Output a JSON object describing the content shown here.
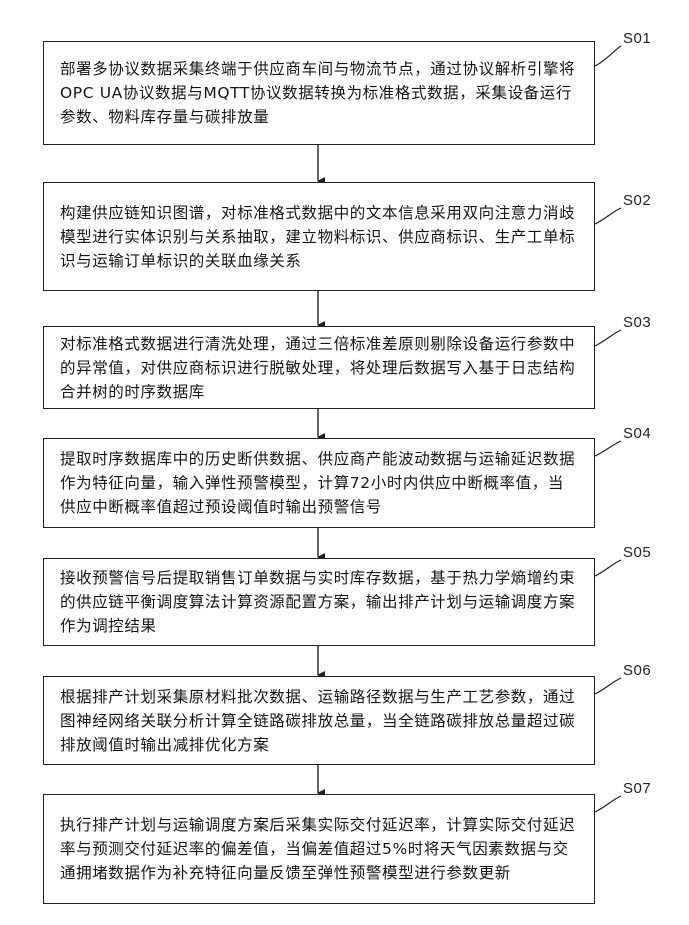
{
  "steps": [
    {
      "id": "S01",
      "text": "部署多协议数据采集终端于供应商车间与物流节点，通过协议解析引擎将OPC UA协议数据与MQTT协议数据转换为标准格式数据，采集设备运行参数、物料库存量与碳排放量"
    },
    {
      "id": "S02",
      "text": "构建供应链知识图谱，对标准格式数据中的文本信息采用双向注意力消歧模型进行实体识别与关系抽取，建立物料标识、供应商标识、生产工单标识与运输订单标识的关联血缘关系"
    },
    {
      "id": "S03",
      "text": "对标准格式数据进行清洗处理，通过三倍标准差原则剔除设备运行参数中的异常值，对供应商标识进行脱敏处理，将处理后数据写入基于日志结构合并树的时序数据库"
    },
    {
      "id": "S04",
      "text": "提取时序数据库中的历史断供数据、供应商产能波动数据与运输延迟数据作为特征向量，输入弹性预警模型，计算72小时内供应中断概率值，当供应中断概率值超过预设阈值时输出预警信号"
    },
    {
      "id": "S05",
      "text": "接收预警信号后提取销售订单数据与实时库存数据，基于热力学熵增约束的供应链平衡调度算法计算资源配置方案，输出排产计划与运输调度方案作为调控结果"
    },
    {
      "id": "S06",
      "text": "根据排产计划采集原材料批次数据、运输路径数据与生产工艺参数，通过图神经网络关联分析计算全链路碳排放总量，当全链路碳排放总量超过碳排放阈值时输出减排优化方案"
    },
    {
      "id": "S07",
      "text": "执行排产计划与运输调度方案后采集实际交付延迟率，计算实际交付延迟率与预测交付延迟率的偏差值，当偏差值超过5%时将天气因素数据与交通拥堵数据作为补充特征向量反馈至弹性预警模型进行参数更新"
    }
  ]
}
